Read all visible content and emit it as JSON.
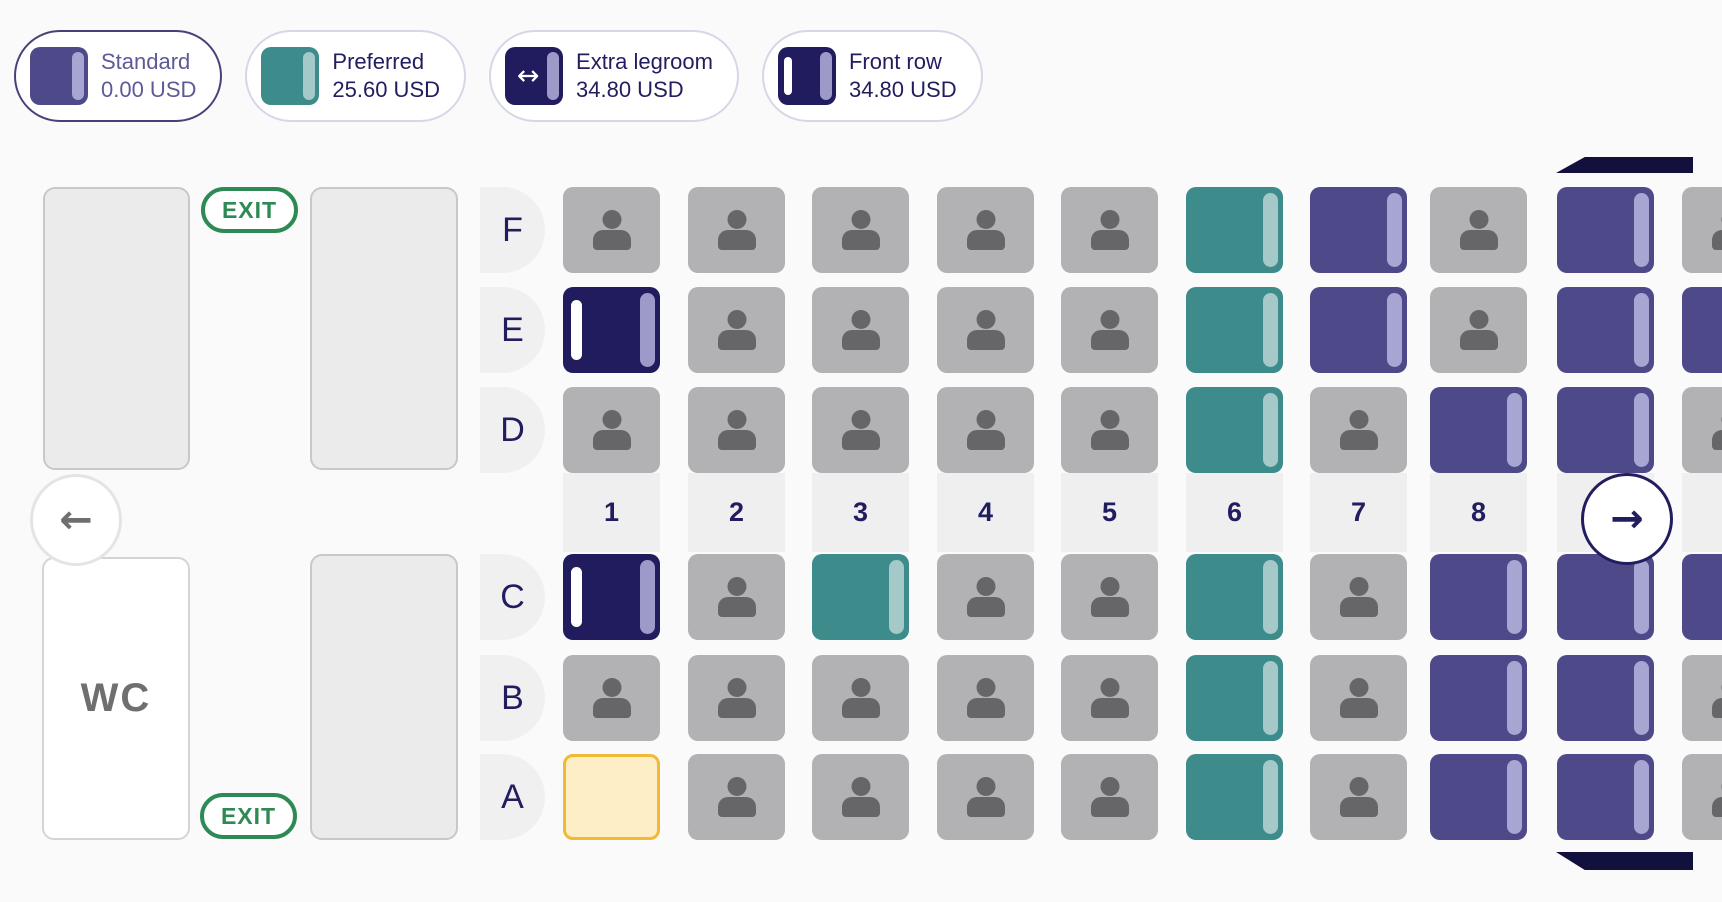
{
  "legend": {
    "items": [
      {
        "label": "Standard",
        "price": "0.00 USD",
        "type": "standard",
        "selected": true
      },
      {
        "label": "Preferred",
        "price": "25.60 USD",
        "type": "preferred",
        "selected": false
      },
      {
        "label": "Extra legroom",
        "price": "34.80 USD",
        "type": "extra-legroom",
        "selected": false
      },
      {
        "label": "Front row",
        "price": "34.80 USD",
        "type": "front-row",
        "selected": false
      }
    ]
  },
  "cabin": {
    "exit_label": "EXIT",
    "wc_label": "WC",
    "column_numbers": [
      "1",
      "2",
      "3",
      "4",
      "5",
      "6",
      "7",
      "8"
    ],
    "rows": [
      {
        "label": "F",
        "seats": [
          "occupied",
          "occupied",
          "occupied",
          "occupied",
          "occupied",
          "preferred",
          "standard",
          "occupied",
          "standard",
          "occupied"
        ]
      },
      {
        "label": "E",
        "seats": [
          "frontrow",
          "occupied",
          "occupied",
          "occupied",
          "occupied",
          "preferred",
          "standard",
          "occupied",
          "standard",
          "standard"
        ]
      },
      {
        "label": "D",
        "seats": [
          "occupied",
          "occupied",
          "occupied",
          "occupied",
          "occupied",
          "preferred",
          "occupied",
          "standard",
          "standard",
          "occupied"
        ]
      },
      {
        "label": "C",
        "seats": [
          "frontrow",
          "occupied",
          "preferred",
          "occupied",
          "occupied",
          "preferred",
          "occupied",
          "standard",
          "standard",
          "standard"
        ]
      },
      {
        "label": "B",
        "seats": [
          "occupied",
          "occupied",
          "occupied",
          "occupied",
          "occupied",
          "preferred",
          "occupied",
          "standard",
          "standard",
          "occupied"
        ]
      },
      {
        "label": "A",
        "seats": [
          "selected",
          "occupied",
          "occupied",
          "occupied",
          "occupied",
          "preferred",
          "occupied",
          "standard",
          "standard",
          "occupied"
        ]
      }
    ]
  },
  "nav": {
    "prev_icon": "←",
    "next_icon": "→",
    "extra_legroom_icon": "↔"
  },
  "colors": {
    "standard": "#4e4a89",
    "preferred": "#3e8b8b",
    "front_row": "#201c5e",
    "occupied": "#b2b2b4",
    "selected_fill": "#fdeec6",
    "selected_border": "#f2b837",
    "exit_green": "#2e8a55",
    "navy_text": "#221d5f",
    "wing": "#12103c"
  }
}
